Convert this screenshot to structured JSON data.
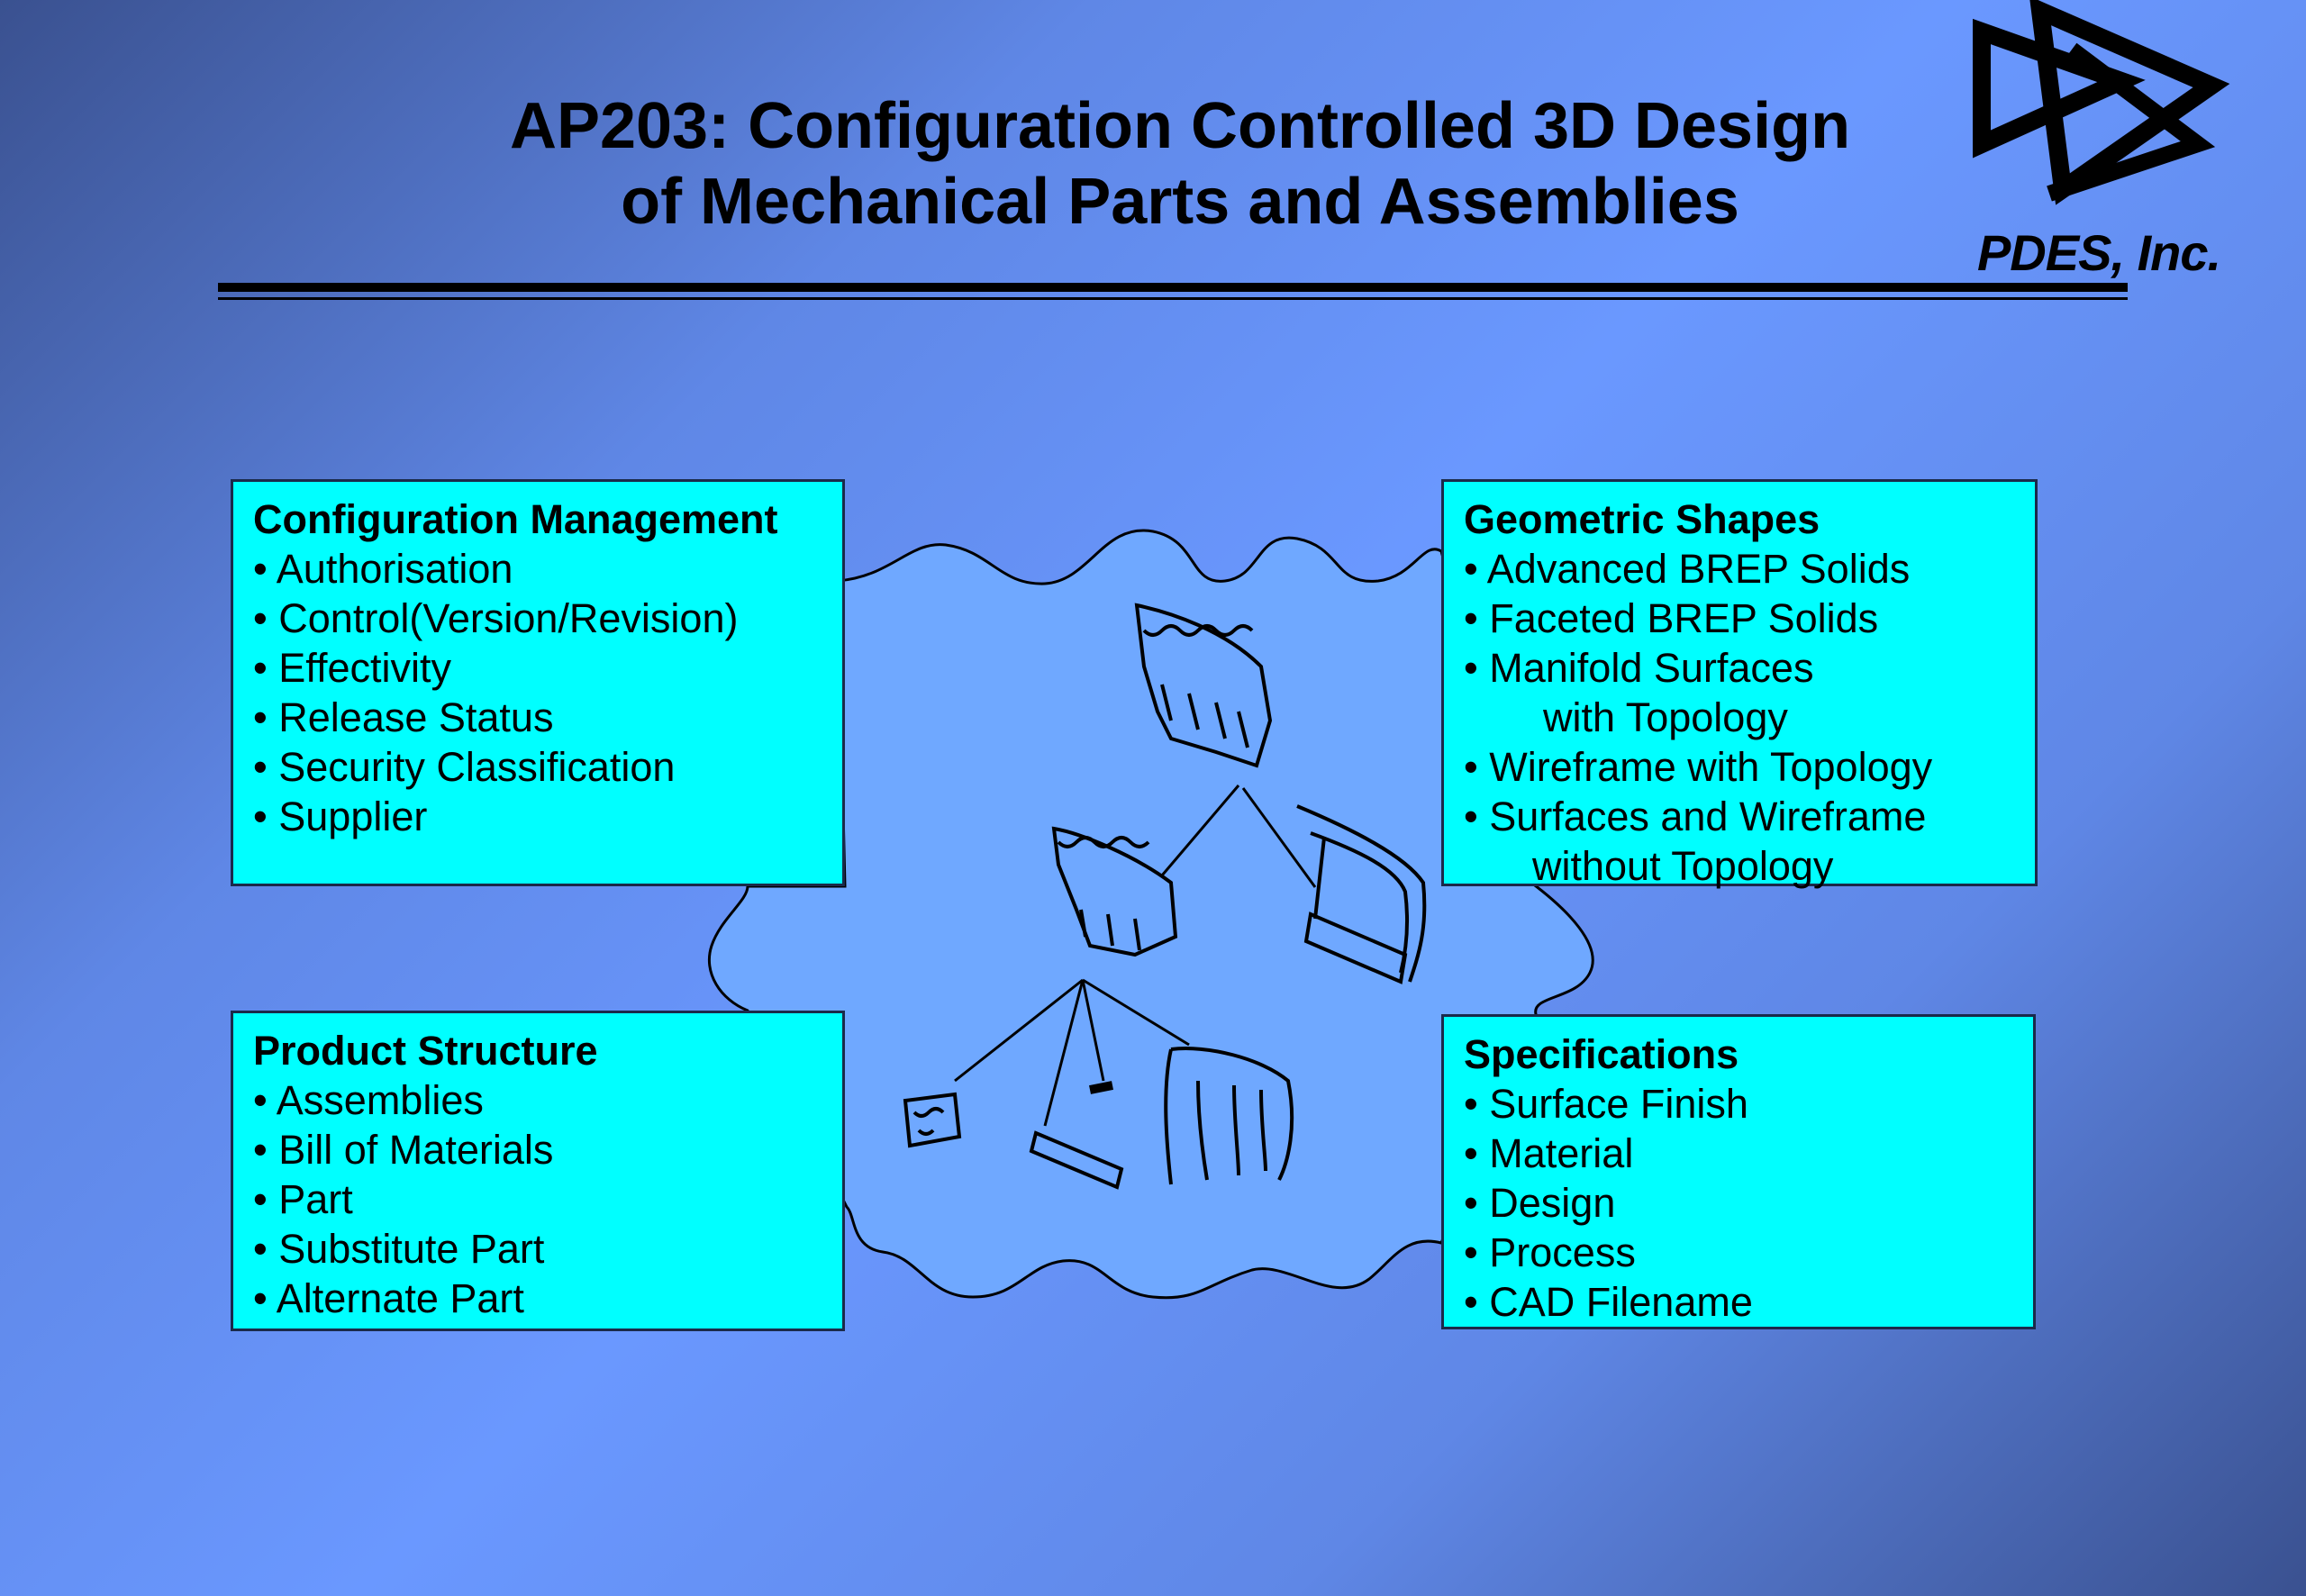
{
  "slide": {
    "title_line1": "AP203: Configuration Controlled 3D Design",
    "title_line2": "of Mechanical Parts and Assemblies",
    "brand": "PDES, Inc."
  },
  "colors": {
    "box_fill": "#00ffff",
    "cloud_fill": "#6fa8ff",
    "background": "#6a98ff"
  },
  "boxes": {
    "configuration_management": {
      "heading": "Configuration Management",
      "items": [
        "Authorisation",
        "Control(Version/Revision)",
        "Effectivity",
        "Release Status",
        "Security Classification",
        "Supplier"
      ]
    },
    "geometric_shapes": {
      "heading": "Geometric Shapes",
      "items": [
        "Advanced BREP Solids",
        "Faceted BREP Solids",
        "Manifold Surfaces",
        "with Topology",
        "Wireframe with Topology",
        "Surfaces and Wireframe",
        "without Topology"
      ]
    },
    "product_structure": {
      "heading": "Product Structure",
      "items": [
        "Assemblies",
        "Bill of Materials",
        "Part",
        "Substitute Part",
        "Alternate Part"
      ]
    },
    "specifications": {
      "heading": "Specifications",
      "items": [
        "Surface Finish",
        "Material",
        "Design",
        "Process",
        "CAD Filename"
      ]
    }
  }
}
